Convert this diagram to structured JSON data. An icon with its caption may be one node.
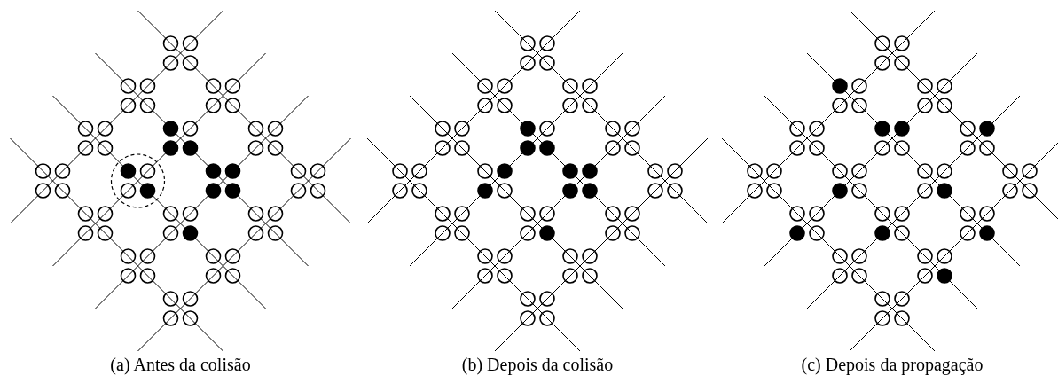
{
  "diagram": {
    "labels": [
      "(a) Antes da colisão",
      "(b) Depois da colisão",
      "(c) Depois da propagação"
    ]
  }
}
